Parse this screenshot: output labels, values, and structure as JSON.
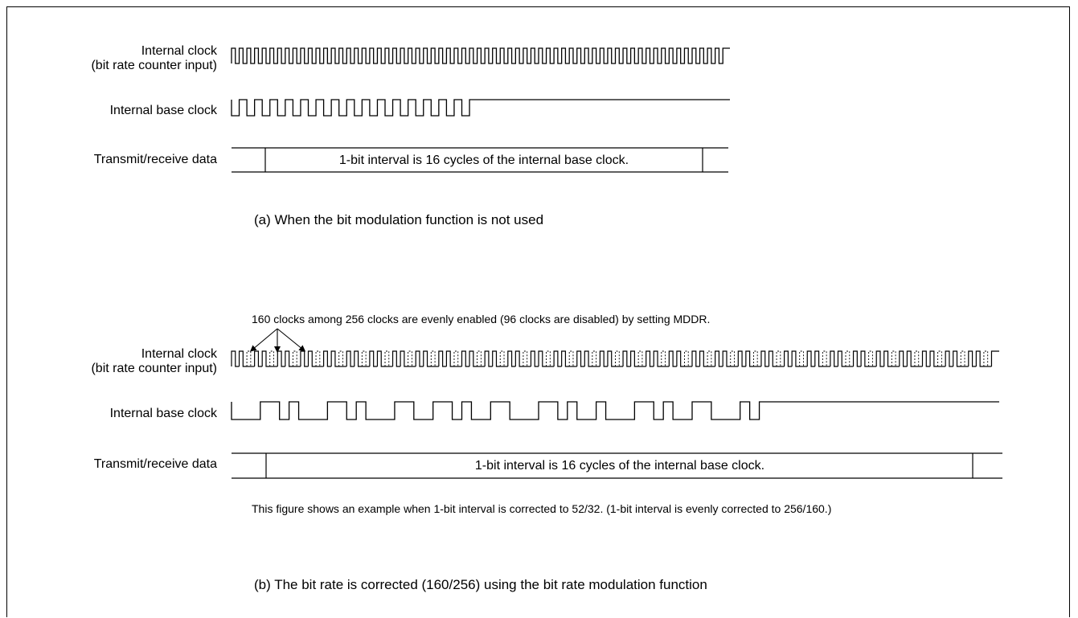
{
  "section_a": {
    "label_internal_clock_1": "Internal clock",
    "label_internal_clock_2": "(bit rate counter input)",
    "label_base_clock": "Internal base clock",
    "label_data": "Transmit/receive data",
    "data_text": "1-bit interval is 16 cycles of the internal base clock.",
    "caption": "(a) When the bit modulation function is not used"
  },
  "section_b": {
    "annotation": "160 clocks among 256 clocks are evenly enabled (96 clocks are disabled) by setting MDDR.",
    "label_internal_clock_1": "Internal clock",
    "label_internal_clock_2": "(bit rate counter input)",
    "label_base_clock": "Internal base clock",
    "label_data": "Transmit/receive data",
    "data_text": "1-bit interval is 16 cycles of the internal base clock.",
    "note": "This figure shows an example when 1-bit interval is corrected to 52/32. (1-bit interval is evenly corrected to 256/160.)",
    "caption": "(b) The bit rate is corrected (160/256) using the bit rate modulation function"
  },
  "colors": {
    "line": "#000000",
    "background": "#ffffff"
  }
}
